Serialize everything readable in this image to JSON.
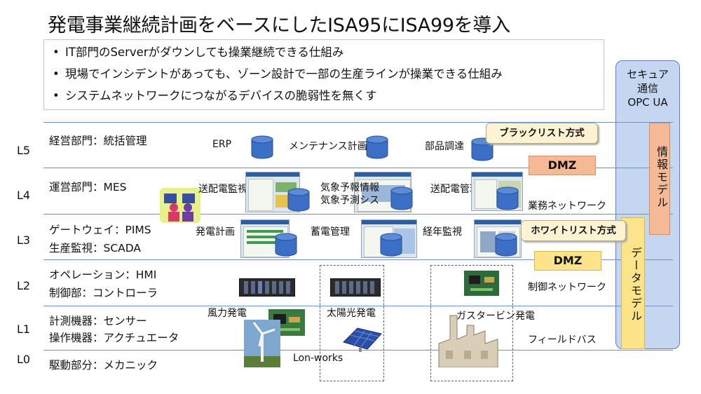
{
  "title": "発電事業継続計画をベースにしたISA95にISA99を導入",
  "bullets": [
    "IT部門のServerがダウンしても操業継続できる仕組み",
    "現場でインシデントがあっても、ゾーン設計で一部の生産ラインが操業できる仕組み",
    "システムネットワークにつながるデバイスの脆弱性を無くす"
  ],
  "bullet_mark": "•",
  "levels": [
    {
      "id": "L5",
      "labels": [
        "経営部門：統括管理"
      ]
    },
    {
      "id": "L4",
      "labels": [
        "運営部門：MES"
      ]
    },
    {
      "id": "L3",
      "labels": [
        "ゲートウェイ：PIMS",
        "生産監視：SCADA"
      ]
    },
    {
      "id": "L2",
      "labels": [
        "オペレーション：HMI",
        "制御部：コントローラ"
      ]
    },
    {
      "id": "L1",
      "labels": [
        "計測機器：センサー",
        "操作機器：アクチュエータ"
      ]
    },
    {
      "id": "L0",
      "labels": [
        "駆動部分：メカニック"
      ]
    }
  ],
  "l5_systems": [
    "ERP",
    "メンテナンス計画",
    "部品調達"
  ],
  "l4_systems": [
    "送配電監視",
    "気象予報情報",
    "気象予測シス",
    "送配電管理"
  ],
  "l3_systems": [
    "発電計画",
    "蓄電管理",
    "経年監視"
  ],
  "plants": [
    "風力発電",
    "太陽光発電",
    "ガスタービン発電"
  ],
  "networks": {
    "business": "業務ネットワーク",
    "control": "制御ネットワーク",
    "fieldbus": "フィールドバス",
    "lonworks": "Lon-works"
  },
  "dmz": {
    "upper": "DMZ",
    "lower": "DMZ"
  },
  "callouts": {
    "blacklist": "ブラックリスト方式",
    "whitelist": "ホワイトリスト方式"
  },
  "secure": {
    "line1": "セキュア",
    "line2": "通信",
    "line3": "OPC UA"
  },
  "info_model": "情報モデル",
  "data_model": "データモデル",
  "colors": {
    "line": "#6f8fc7",
    "db": "#3b6fc6",
    "secure": "#c4d6f0",
    "info": "#f5b995",
    "data": "#fde48a"
  }
}
